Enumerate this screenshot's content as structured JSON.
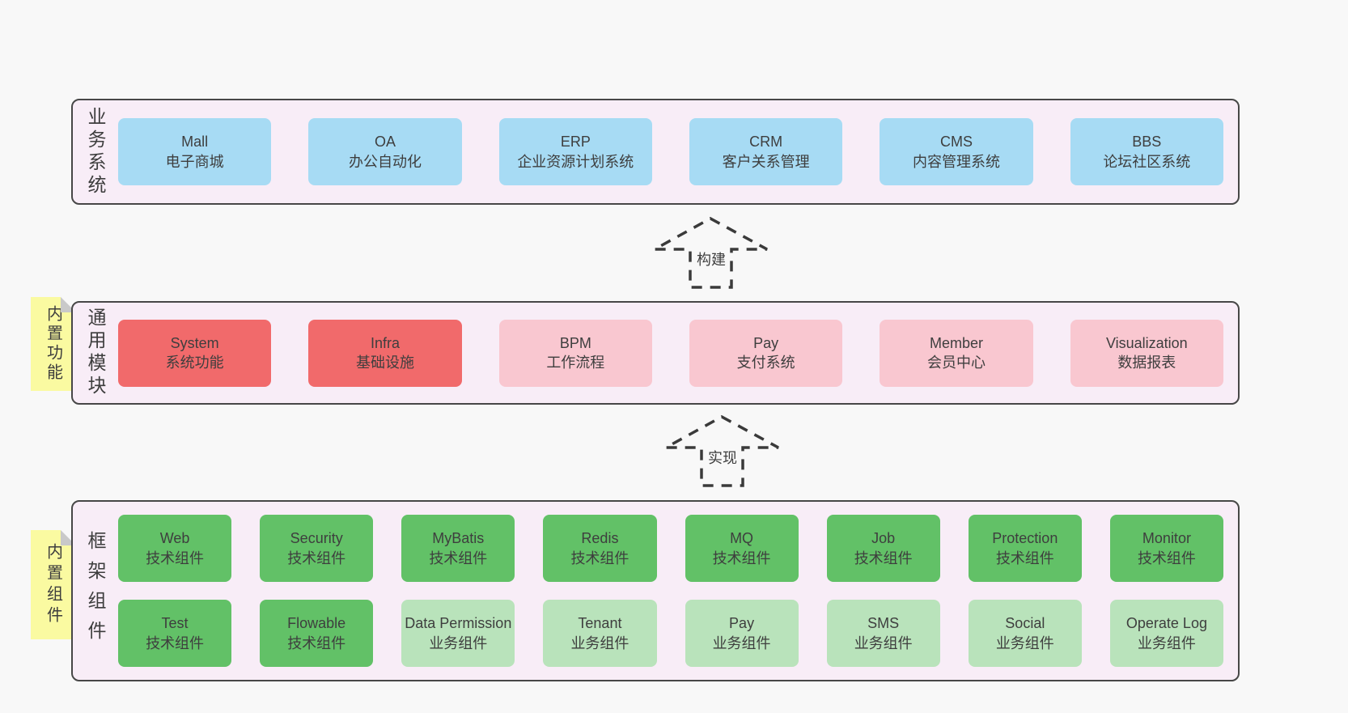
{
  "colors": {
    "page_bg": "#f8f8f8",
    "panel_bg": "#f8edf7",
    "panel_border": "#474747",
    "box_blue": "#a7dbf4",
    "box_red": "#f16a6b",
    "box_pink": "#f9c7d0",
    "box_green": "#62c167",
    "box_light_green": "#b9e3bb",
    "tag_yellow": "#fafaa1",
    "tag_fold_gray": "#c9c9c9"
  },
  "arrows": [
    {
      "label": "构建"
    },
    {
      "label": "实现"
    }
  ],
  "layers": [
    {
      "label": "业务系统",
      "rows": [
        [
          {
            "en": "Mall",
            "zh": "电子商城"
          },
          {
            "en": "OA",
            "zh": "办公自动化"
          },
          {
            "en": "ERP",
            "zh": "企业资源计划系统"
          },
          {
            "en": "CRM",
            "zh": "客户关系管理"
          },
          {
            "en": "CMS",
            "zh": "内容管理系统"
          },
          {
            "en": "BBS",
            "zh": "论坛社区系统"
          }
        ]
      ]
    },
    {
      "label": "通用模块",
      "tag": "内置功能",
      "rows": [
        [
          {
            "en": "System",
            "zh": "系统功能"
          },
          {
            "en": "Infra",
            "zh": "基础设施"
          },
          {
            "en": "BPM",
            "zh": "工作流程"
          },
          {
            "en": "Pay",
            "zh": "支付系统"
          },
          {
            "en": "Member",
            "zh": "会员中心"
          },
          {
            "en": "Visualization",
            "zh": "数据报表"
          }
        ]
      ]
    },
    {
      "label": "框架组件",
      "tag": "内置组件",
      "rows": [
        [
          {
            "en": "Web",
            "zh": "技术组件"
          },
          {
            "en": "Security",
            "zh": "技术组件"
          },
          {
            "en": "MyBatis",
            "zh": "技术组件"
          },
          {
            "en": "Redis",
            "zh": "技术组件"
          },
          {
            "en": "MQ",
            "zh": "技术组件"
          },
          {
            "en": "Job",
            "zh": "技术组件"
          },
          {
            "en": "Protection",
            "zh": "技术组件"
          },
          {
            "en": "Monitor",
            "zh": "技术组件"
          }
        ],
        [
          {
            "en": "Test",
            "zh": "技术组件"
          },
          {
            "en": "Flowable",
            "zh": "技术组件"
          },
          {
            "en": "Data Permission",
            "zh": "业务组件"
          },
          {
            "en": "Tenant",
            "zh": "业务组件"
          },
          {
            "en": "Pay",
            "zh": "业务组件"
          },
          {
            "en": "SMS",
            "zh": "业务组件"
          },
          {
            "en": "Social",
            "zh": "业务组件"
          },
          {
            "en": "Operate Log",
            "zh": "业务组件"
          }
        ]
      ]
    }
  ]
}
